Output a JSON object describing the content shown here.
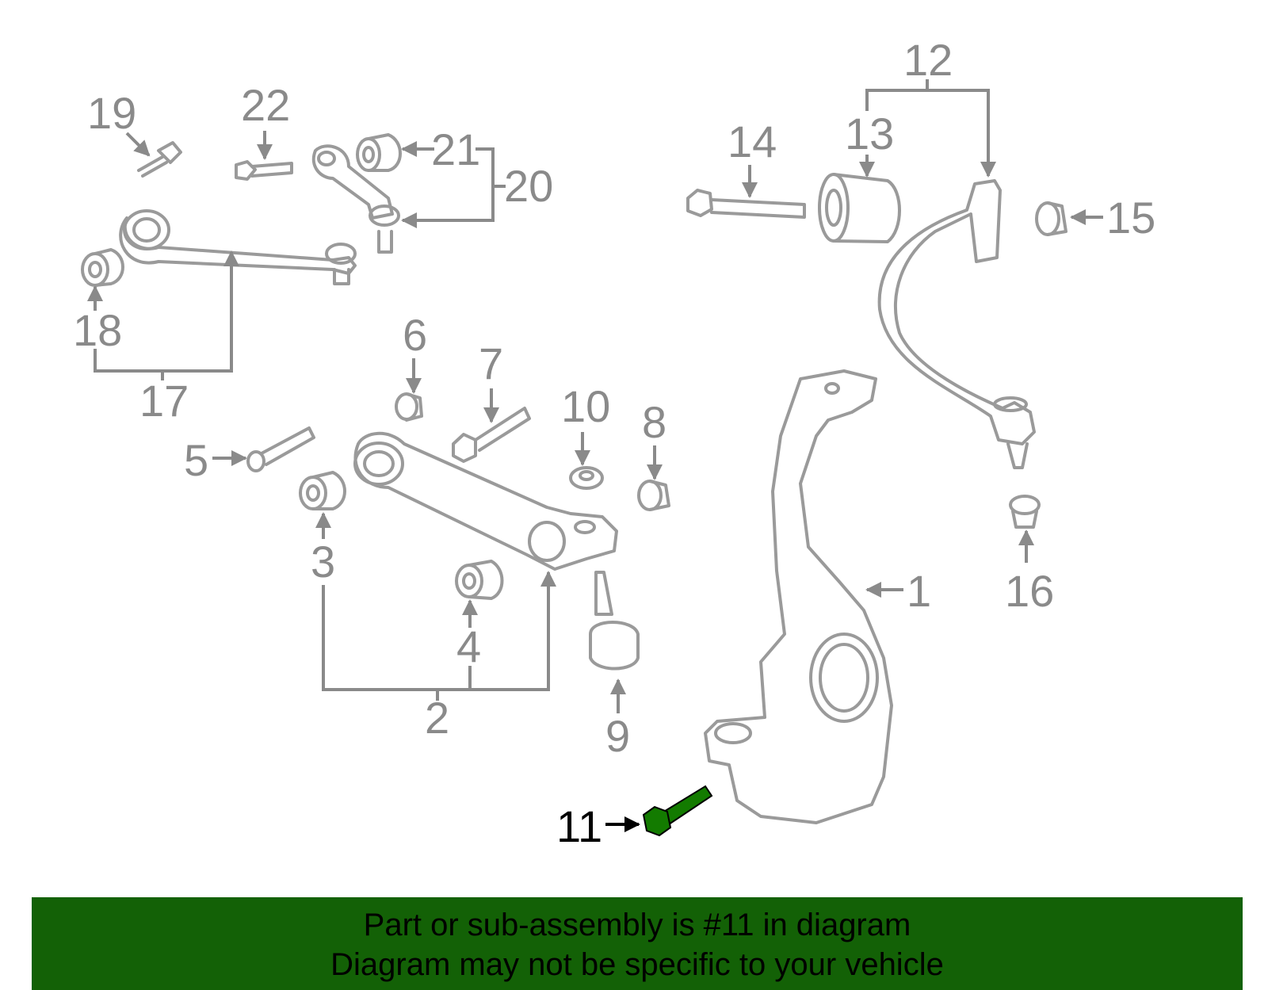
{
  "diagram": {
    "highlighted_part": "11",
    "callouts": [
      "1",
      "2",
      "3",
      "4",
      "5",
      "6",
      "7",
      "8",
      "9",
      "10",
      "11",
      "12",
      "13",
      "14",
      "15",
      "16",
      "17",
      "18",
      "19",
      "20",
      "21",
      "22"
    ]
  },
  "banner": {
    "line1": "Part or sub-assembly is #11 in diagram",
    "line2": "Diagram may not be specific to your vehicle"
  },
  "colors": {
    "banner_bg": "#136106",
    "highlight": "#137b00",
    "part_line": "#9a9a9a",
    "label": "#8a8a8a"
  }
}
